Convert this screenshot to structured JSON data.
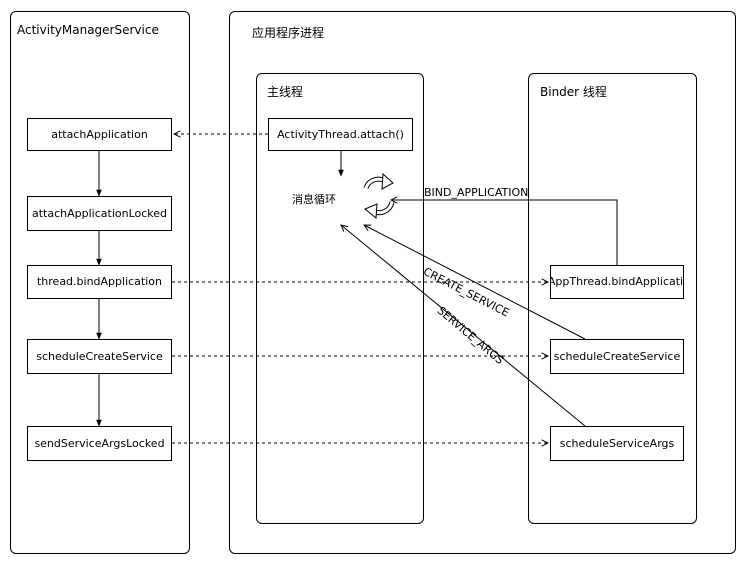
{
  "ams": {
    "title": "ActivityManagerService",
    "steps": [
      "attachApplication",
      "attachApplicationLocked",
      "thread.bindApplication",
      "scheduleCreateService",
      "sendServiceArgsLocked"
    ]
  },
  "app_process": {
    "title": "应用程序进程",
    "main_thread": {
      "title": "主线程",
      "attach": "ActivityThread.attach()",
      "loop_label": "消息循环"
    },
    "binder_thread": {
      "title": "Binder 线程",
      "bind_app": "mAppThread.bindApplication",
      "create_service": "scheduleCreateService",
      "service_args": "scheduleServiceArgs"
    }
  },
  "messages": {
    "bind_application": "BIND_APPLICATION",
    "create_service": "CREATE_SERVICE",
    "service_args": "SERVICE_ARGS"
  }
}
